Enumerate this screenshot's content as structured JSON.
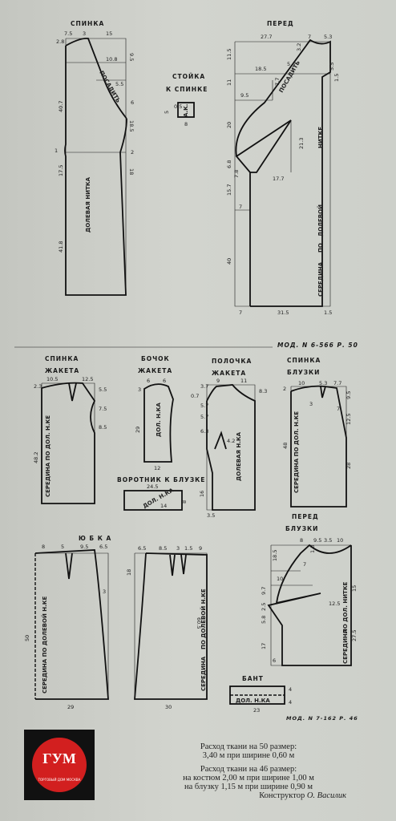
{
  "labels": {
    "back": "СПИНКА",
    "front": "ПЕРЕД",
    "stand_collar_1": "СТОЙКА",
    "stand_collar_2": "К СПИНКЕ",
    "mod1": "МОД. N 6-566  Р. 50",
    "jacket_back_1": "СПИНКА",
    "jacket_back_2": "ЖАКЕТА",
    "jacket_side_1": "БОЧОК",
    "jacket_side_2": "ЖАКЕТА",
    "jacket_front_1": "ПОЛОЧКА",
    "jacket_front_2": "ЖАКЕТА",
    "blouse_back_1": "СПИНКА",
    "blouse_back_2": "БЛУЗКИ",
    "collar_blouse": "ВОРОТНИК К БЛУЗКЕ",
    "skirt": "Ю  Б  К  А",
    "blouse_front_1": "ПЕРЕД",
    "blouse_front_2": "БЛУЗКИ",
    "bow": "БАНТ",
    "mod2": "МОД. N 7-162  Р. 46"
  },
  "grain": {
    "dolevaya": "ДОЛЕВАЯ  НИТКА",
    "dolevoy": "ДОЛЕВОЙ",
    "nitke": "НИТКЕ",
    "seredina": "СЕРЕДИНА",
    "po": "ПО",
    "posadit": "ПОСАДИТЬ",
    "ak": "А.К.",
    "dol_nka": "ДОЛ. Н.КА",
    "ser_dol": "СЕРЕДИНА  ПО  ДОЛ. Н.КЕ",
    "dolevaya_nka": "ДОЛЕВАЯ Н.КА",
    "ser_dolevoy": "СЕРЕДИНА  ПО  ДОЛЕВОЙ  Н.КЕ",
    "po_dolevoy": "ПО  ДОЛЕВОЙ  Н.КЕ",
    "nitke_dol": "ПО ДОЛ. НИТКЕ"
  },
  "dims": {
    "d1": "7.5",
    "d2": "3",
    "d3": "15",
    "d4": "2.8",
    "d5": "10.8",
    "d6": "5.5",
    "d7": "9.5",
    "d8": "40.7",
    "d9": "18.5",
    "d10": "17.5",
    "d11": "18",
    "d12": "41.8",
    "d13": "2",
    "d14": "1",
    "d15": "6",
    "f1": "27.7",
    "f2": "7",
    "f3": "5.3",
    "f4": "11.5",
    "f5": "18.5",
    "f6": "5",
    "f7": "3.2",
    "f8": "5.5",
    "f9": "1.5",
    "f10": "9.5",
    "f11": "7.7",
    "f12": "20",
    "f13": "21.3",
    "f14": "6.8",
    "f15": "7.8",
    "f16": "17.7",
    "f17": "15.7",
    "f18": "40",
    "f19": "31.5",
    "f20": "7",
    "f21": "11",
    "s1": "5",
    "s2": "0.5",
    "s3": "8",
    "j1": "10.5",
    "j2": "12.5",
    "j3": "2.3",
    "j4": "5.5",
    "j5": "7.5",
    "j6": "8.5",
    "j7": "48.2",
    "j8": "3.5",
    "k1": "6",
    "k2": "6",
    "k3": "3",
    "k4": "29",
    "k5": "12",
    "p1": "9",
    "p2": "11",
    "p3": "0.7",
    "p4": "3.7",
    "p5": "5.7",
    "p6": "5.7",
    "p7": "8.3",
    "p8": "3.5",
    "p9": "4.2",
    "p10": "16",
    "p11": "6.3",
    "b1": "10",
    "b2": "5.3",
    "b3": "7.7",
    "b4": "2",
    "b5": "9.5",
    "b6": "7",
    "b7": "12.5",
    "b8": "48",
    "b9": "28",
    "b10": "3",
    "c1": "24.5",
    "c2": "14",
    "c3": "8",
    "y1": "8",
    "y2": "5",
    "y3": "9.5",
    "y4": "6.5",
    "y5": "50",
    "y6": "29",
    "y7": "3",
    "z1": "6.5",
    "z2": "8.5",
    "z3": "3",
    "z4": "1.5",
    "z5": "9",
    "z6": "60.5",
    "z7": "30",
    "z8": "18",
    "q1": "8",
    "q2": "9.5",
    "q3": "3.5",
    "q4": "10",
    "q5": "18.5",
    "q6": "7",
    "q7": "1.3",
    "q8": "10",
    "q9": "9.7",
    "q10": "2.5",
    "q11": "5.8",
    "q12": "12.5",
    "q13": "27.5",
    "q14": "17",
    "q15": "6",
    "q16": "15",
    "w1": "23",
    "w2": "4"
  },
  "footer": {
    "line1": "Расход ткани на 50 размер:",
    "line2": "3,40 м при ширине 0,60 м",
    "line3": "Расход ткани на 46 размер:",
    "line4": "на костюм 2,00 м при ширине 1,00 м",
    "line5": "на блузку 1,15 м при ширине 0,90 м",
    "signature_label": "Конструктор",
    "signature_name": "О. Василик"
  },
  "logo": {
    "mark": "ГУМ",
    "ring": "ТОРГОВЫЙ ДОМ МОСКВА"
  }
}
